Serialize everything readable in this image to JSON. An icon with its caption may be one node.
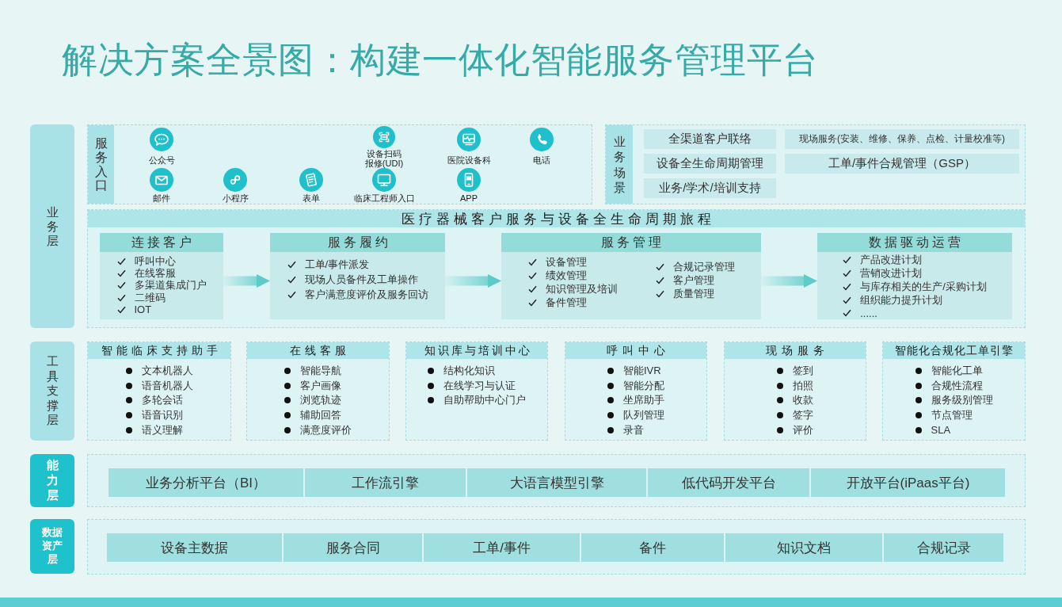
{
  "diagram": {
    "title": "解决方案全景图：构建一体化智能服务管理平台",
    "nodes": [
      {
        "text": [
          "业务层"
        ]
      },
      {
        "text": [
          "公众号",
          "设备扫码报修(UDI)",
          "医院设备科",
          "电话",
          "邮件",
          "小程序",
          "表单",
          "临床工程师入口",
          "APP"
        ]
      },
      {
        "text": [
          "服务入口"
        ],
        "in": 1
      },
      {
        "text": [],
        "shape": "box"
      },
      {
        "text": [
          "业务场景"
        ],
        "in": 3
      },
      {
        "text": [
          "全渠道客户联络"
        ],
        "in": 3
      },
      {
        "text": [
          "现场服务(安装、维修、保养、点检、计量校准等)"
        ],
        "in": 3
      },
      {
        "text": [
          "设备全生命周期管理"
        ],
        "in": 3
      },
      {
        "text": [
          "工单/事件合规管理（GSP）"
        ],
        "in": 3
      },
      {
        "text": [
          "业务/学术/培训支持"
        ],
        "in": 3
      },
      {
        "text": [],
        "shape": "box"
      },
      {
        "text": [
          "医疗器械客户服务与设备全生命周期旅程"
        ],
        "in": 10
      },
      {
        "text": [
          "连接客户",
          "呼叫中心",
          "在线客服",
          "多渠道集成门户",
          "二维码",
          "IOT"
        ],
        "in": 10
      },
      {
        "text": [
          "服务履约",
          "工单/事件派发",
          "现场人员备件及工单操作",
          "客户满意度评价及服务回访"
        ],
        "in": 10
      },
      {
        "text": [
          "服务管理",
          "设备管理",
          "绩效管理",
          "知识管理及培训",
          "备件管理",
          "合规记录管理",
          "客户管理",
          "质量管理"
        ],
        "in": 10
      },
      {
        "text": [
          "数据驱动运营",
          "产品改进计划",
          "营销改进计划",
          "与库存相关的生产/采购计划",
          "组织能力提升计划",
          "......"
        ],
        "in": 10
      },
      {
        "text": [
          "工具支撑层"
        ]
      },
      {
        "text": [
          "智能临床支持助手",
          "文本机器人",
          "语音机器人",
          "多轮会话",
          "语音识别",
          "语义理解"
        ]
      },
      {
        "text": [
          "在线客服",
          "智能导航",
          "客户画像",
          "浏览轨迹",
          "辅助回答",
          "满意度评价"
        ]
      },
      {
        "text": [
          "知识库与培训中心",
          "结构化知识",
          "在线学习与认证",
          "自助帮助中心门户"
        ]
      },
      {
        "text": [
          "呼叫中心",
          "智能IVR",
          "智能分配",
          "坐席助手",
          "队列管理",
          "录音"
        ]
      },
      {
        "text": [
          "现场服务",
          "签到",
          "拍照",
          "收款",
          "签字",
          "评价"
        ]
      },
      {
        "text": [
          "智能化合规化工单引擎",
          "智能化工单",
          "合规性流程",
          "服务级别管理",
          "节点管理",
          "SLA"
        ]
      },
      {
        "text": [
          "能力层"
        ]
      },
      {
        "text": [],
        "shape": "box"
      },
      {
        "text": [
          "业务分析平台（BI）"
        ],
        "in": 24
      },
      {
        "text": [
          "工作流引擎"
        ],
        "in": 24
      },
      {
        "text": [
          "大语言模型引擎"
        ],
        "in": 24
      },
      {
        "text": [
          "低代码开发平台"
        ],
        "in": 24
      },
      {
        "text": [
          "开放平台(iPaas平台)"
        ],
        "in": 24
      },
      {
        "text": [
          "数据资产层"
        ]
      },
      {
        "text": [],
        "shape": "box"
      },
      {
        "text": [
          "设备主数据"
        ],
        "in": 31
      },
      {
        "text": [
          "服务合同"
        ],
        "in": 31
      },
      {
        "text": [
          "工单/事件"
        ],
        "in": 31
      },
      {
        "text": [
          "备件"
        ],
        "in": 31
      },
      {
        "text": [
          "知识文档"
        ],
        "in": 31
      },
      {
        "text": [
          "合规记录"
        ],
        "in": 31
      }
    ],
    "edges": [
      {
        "from": 12,
        "to": 13,
        "arrow": "to",
        "style": "thick"
      },
      {
        "from": 13,
        "to": 14,
        "arrow": "to",
        "style": "thick"
      },
      {
        "from": 14,
        "to": 15,
        "arrow": "to",
        "style": "thick"
      }
    ]
  }
}
